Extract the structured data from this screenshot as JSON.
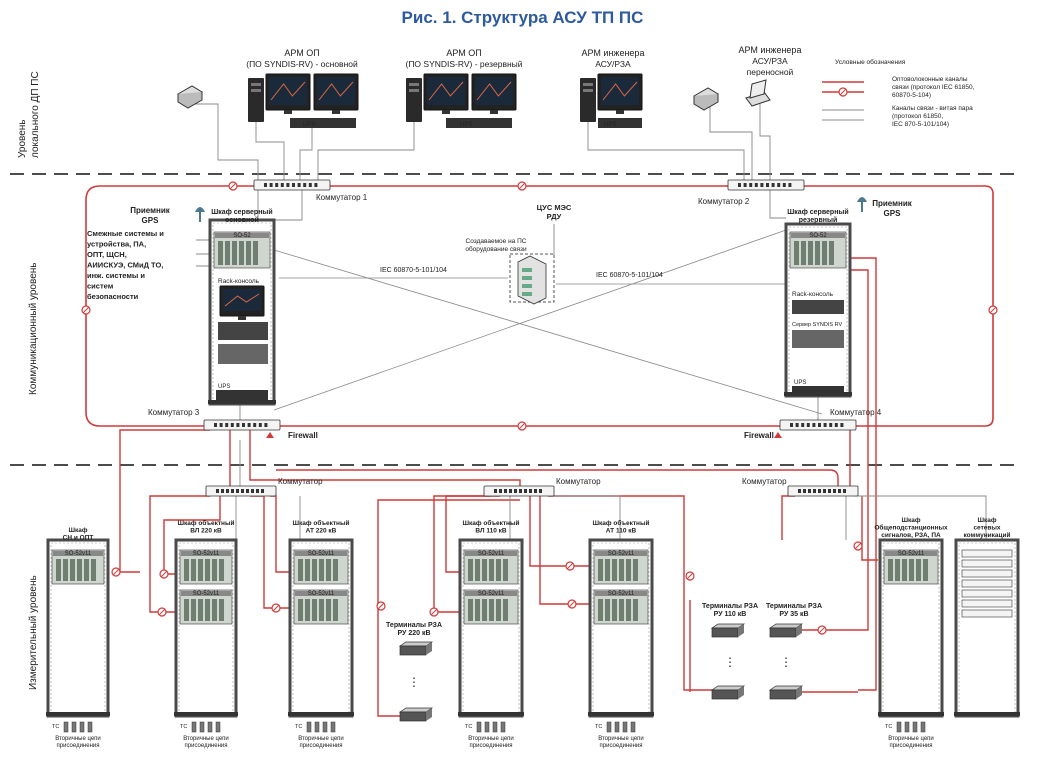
{
  "title": "Рис. 1. Структура АСУ ТП ПС",
  "colors": {
    "accent": "#2d5a9e",
    "fiber": "#d03a3a",
    "copper": "#888888",
    "cabinet": "#4a4a4a"
  },
  "levels": {
    "local": "Уровень локального ДП ПС",
    "comm": "Коммуникационный уровень",
    "meas": "Измерительный уровень"
  },
  "arm": [
    {
      "l1": "АРМ ОП",
      "l2": "(ПО SYNDIS-RV) - основной"
    },
    {
      "l1": "АРМ ОП",
      "l2": "(ПО SYNDIS-RV) - резервный"
    },
    {
      "l1": "АРМ инженера",
      "l2": "АСУ/РЗА"
    },
    {
      "l1": "АРМ инженера",
      "l2": "АСУ/РЗА",
      "l3": "переносной"
    }
  ],
  "ups": "UPS",
  "legend": {
    "title": "Условные обозначения",
    "fiber": [
      "Оптоволоконные каналы",
      "связи (протокол IEC 61850,",
      "60870-5-104)"
    ],
    "copper": [
      "Каналы связи - витая пара",
      "(протокол 61850,",
      "IEC 870-5-101/104)"
    ]
  },
  "switches": {
    "s1": "Коммутатор 1",
    "s2": "Коммутатор 2",
    "s3": "Коммутатор 3",
    "s4": "Коммутатор 4",
    "m1": "Коммутатор",
    "m2": "Коммутатор",
    "m3": "Коммутатор"
  },
  "firewall": "Firewall",
  "gps": [
    "Приемник",
    "GPS"
  ],
  "adjacent": [
    "Смежные системы и",
    "устройства, ПА,",
    "ОПТ, ЩСН,",
    "АИИСКУЭ, СМиД ТО,",
    "инж. системы и",
    "систем",
    "безопасности"
  ],
  "server_main": [
    "Шкаф серверный",
    "основной"
  ],
  "server_reserve": [
    "Шкаф серверный",
    "резервный"
  ],
  "rack_console": "Rack-консоль",
  "server_label": "Сервер SYNDIS RV",
  "cus": [
    "ЦУС МЭС",
    "РДУ"
  ],
  "remote_equip": [
    "Создаваемое на ПС",
    "оборудование связи"
  ],
  "protocol": "IEC 60870-5-101/104",
  "cabinets": [
    {
      "name": [
        "Шкаф",
        "СН и ОПТ"
      ],
      "modules": [
        "SO-52v11"
      ]
    },
    {
      "name": [
        "Шкаф объектный",
        "ВЛ 220 кВ"
      ],
      "modules": [
        "SO-52v11",
        "SO-52v11"
      ]
    },
    {
      "name": [
        "Шкаф объектный",
        "АТ 220 кВ"
      ],
      "modules": [
        "SO-52v11",
        "SO-52v11"
      ]
    },
    {
      "name": [
        "Шкаф объектный",
        "ВЛ 110 кВ"
      ],
      "modules": [
        "SO-52v11",
        "SO-52v11"
      ]
    },
    {
      "name": [
        "Шкаф объектный",
        "АТ 110 кВ"
      ],
      "modules": [
        "SO-52v11",
        "SO-52v11"
      ]
    },
    {
      "name": [
        "Шкаф",
        "Общеподстанционных",
        "сигналов, РЗА, ПА"
      ],
      "modules": [
        "SO-52v11"
      ]
    },
    {
      "name": [
        "Шкаф",
        "сетевых",
        "коммуникаций"
      ],
      "modules": []
    }
  ],
  "terminals": [
    [
      "Терминалы РЗА",
      "РУ 220 кВ"
    ],
    [
      "Терминалы РЗА",
      "РУ 110 кВ"
    ],
    [
      "Терминалы РЗА",
      "РУ 35 кВ"
    ]
  ],
  "secondary": [
    "Вторичные цепи",
    "присоединения"
  ],
  "tc": "ТС",
  "dots": "⋮"
}
